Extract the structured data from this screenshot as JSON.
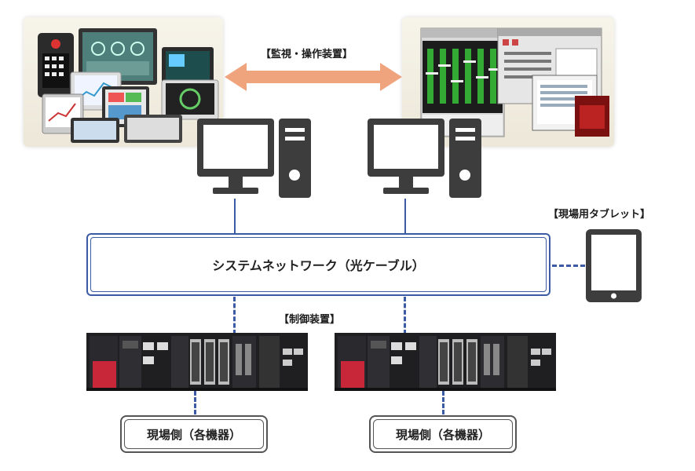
{
  "labels": {
    "monitoring": "【監視・操作装置】",
    "tablet": "【現場用タブレット】",
    "network": "システムネットワーク（光ケーブル）",
    "control": "【制御装置】",
    "field_left": "現場側（各機器）",
    "field_right": "現場側（各機器）"
  },
  "colors": {
    "arrow": "#f0a47d",
    "line": "#3b5ba5",
    "icon": "#3d3d3d",
    "plc_red": "#c8273a"
  },
  "icons": [
    "desktop-computer-icon",
    "tablet-icon",
    "double-arrow-icon"
  ]
}
